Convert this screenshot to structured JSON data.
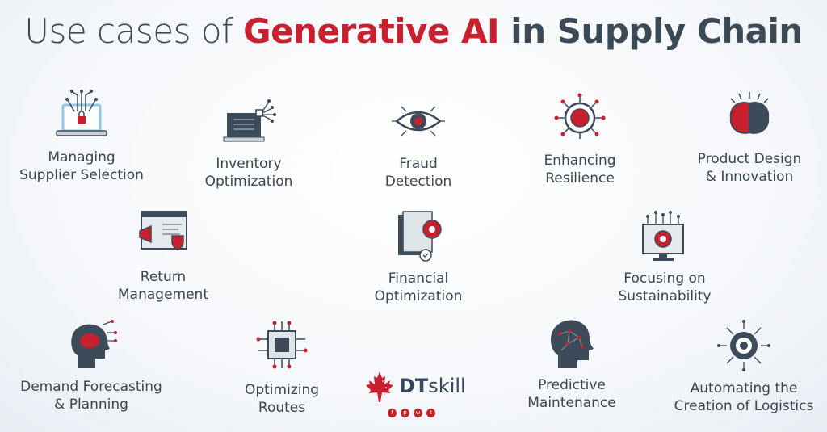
{
  "title": {
    "prefix": "Use cases of ",
    "highlight": "Generative AI",
    "suffix": " in Supply Chain"
  },
  "colors": {
    "accent": "#c8202f",
    "dark": "#3d4a59",
    "light_blue": "#8ecae6"
  },
  "items": [
    {
      "line1": "Managing",
      "line2": "Supplier Selection",
      "icon": "laptop-lock-icon"
    },
    {
      "line1": "Inventory",
      "line2": "Optimization",
      "icon": "monitor-circuit-icon"
    },
    {
      "line1": "Fraud",
      "line2": "Detection",
      "icon": "eye-circuit-icon"
    },
    {
      "line1": "Enhancing",
      "line2": "Resilience",
      "icon": "brain-chip-icon"
    },
    {
      "line1": "Product Design",
      "line2": "& Innovation",
      "icon": "brain-idea-icon"
    },
    {
      "line1": "Return",
      "line2": "Management",
      "icon": "browser-megaphone-icon"
    },
    {
      "line1": "Financial",
      "line2": "Optimization",
      "icon": "document-gear-icon"
    },
    {
      "line1": "Focusing on",
      "line2": "Sustainability",
      "icon": "monitor-gear-icon"
    },
    {
      "line1": "Demand Forecasting",
      "line2": "& Planning",
      "icon": "head-brain-icon"
    },
    {
      "line1": "Optimizing",
      "line2": "Routes",
      "icon": "cpu-chip-icon"
    },
    {
      "line1": "Predictive",
      "line2": "Maintenance",
      "icon": "head-network-icon"
    },
    {
      "line1": "Automating the",
      "line2": "Creation of Logistics",
      "icon": "gear-network-icon"
    }
  ],
  "logo": {
    "brand_bold": "DT",
    "brand_rest": "skill",
    "social": [
      "f",
      "p",
      "w",
      "t"
    ]
  }
}
